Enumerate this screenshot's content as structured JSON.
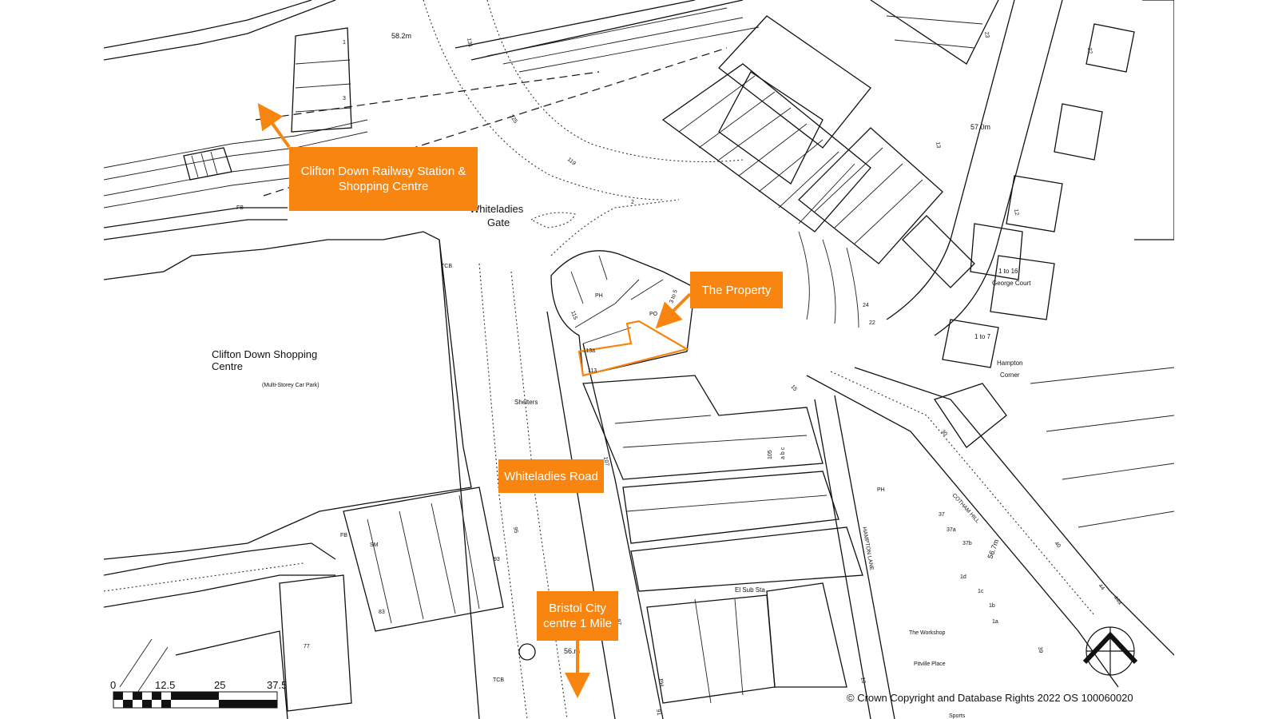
{
  "callouts": {
    "station": "Clifton Down Railway Station & Shopping Centre",
    "property": "The Property",
    "road": "Whiteladies Road",
    "city_centre": "Bristol City centre 1 Mile"
  },
  "labels": {
    "gate_line1": "Whiteladies",
    "gate_line2": "Gate",
    "shopping_line1": "Clifton Down Shopping",
    "shopping_line2": "Centre",
    "car_park": "(Multi-Storey Car Park)",
    "shelters": "Shelters",
    "george_court_1": "1 to 16",
    "george_court_2": "George Court",
    "hampton_corner_1": "Hampton",
    "hampton_corner_2": "Corner",
    "one_to_seven": "1 to 7",
    "el_sub_sta": "El Sub Sta",
    "the_workshop": "The Workshop",
    "pitville_place": "Pitville Place",
    "sports": "Sports",
    "cotham_hill": "COTHAM HILL",
    "hampton_lane": "HAMPTON LANE",
    "h_58": "58.2m",
    "h_57": "57.0m",
    "h_567": "56.7m",
    "h_56": "56.m",
    "ph": "PH",
    "po": "PO",
    "tcb": "TCB",
    "fb": "FB",
    "sm": "SM",
    "n113": "113",
    "n113a": "113a",
    "n115": "115",
    "n107": "107",
    "n97": "97",
    "n93": "93",
    "n91": "91",
    "n83": "83",
    "n77": "77",
    "n95": "95",
    "n119": "119",
    "n125": "125",
    "n131": "131",
    "n1": "1",
    "n2": "2",
    "n3": "3",
    "n13": "13",
    "n15": "15",
    "n16": "16",
    "n22": "22",
    "n23": "23",
    "n24": "24",
    "n30": "30",
    "n37": "37",
    "n37a": "37a",
    "n37b": "37b",
    "n39": "39",
    "n40": "40",
    "n44": "44",
    "n44a": "44a",
    "n1a": "1a",
    "n1b": "1b",
    "n1c": "1c",
    "n1d": "1d",
    "n12": "12",
    "n22b": "22",
    "n3to5": "3 to 5",
    "n105": "105",
    "n103": "a b c"
  },
  "scale": {
    "ticks": [
      "0",
      "12.5",
      "25",
      "37.5"
    ]
  },
  "copyright": "© Crown Copyright and Database Rights 2022 OS 100060020",
  "colors": {
    "accent": "#f7850f",
    "line": "#111111",
    "background": "#ffffff"
  }
}
